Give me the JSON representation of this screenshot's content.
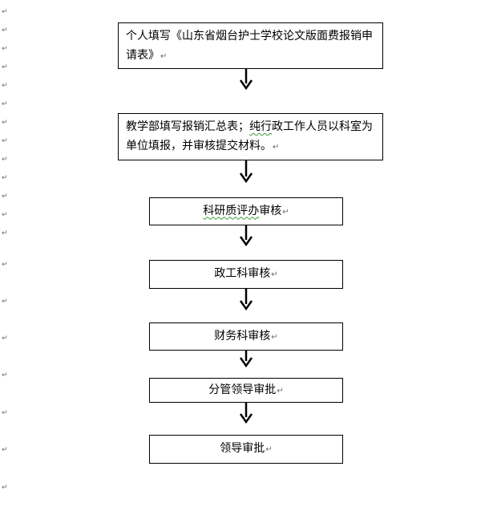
{
  "paragraph_mark": "↵",
  "flowchart": {
    "step1": {
      "text": "个人填写《山东省烟台护士学校论文版面费报销申请表》"
    },
    "step2": {
      "text_a": "教学部填写报销汇总表；",
      "text_squiggle": "纯行",
      "text_b": "政工作人员以科室为单位填报，并审核提交材料。"
    },
    "step3": {
      "text_squiggle": "科研质评办",
      "text_b": "审核"
    },
    "step4": {
      "text": "政工科审核"
    },
    "step5": {
      "text": "财务科审核"
    },
    "step6": {
      "text": "分管领导审批"
    },
    "step7": {
      "text": "领导审批"
    }
  }
}
